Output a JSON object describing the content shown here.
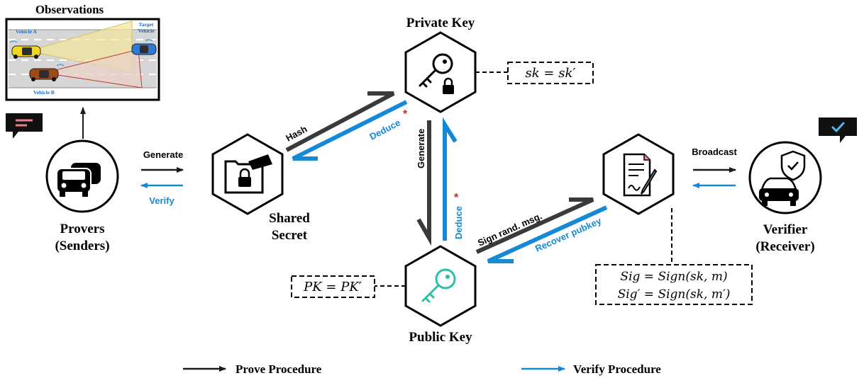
{
  "observations": {
    "title": "Observations",
    "vehicle_a": "Vehicle A",
    "vehicle_b": "Vehicle B",
    "target_vehicle_line1": "Target",
    "target_vehicle_line2": "Vehicle"
  },
  "nodes": {
    "provers_line1": "Provers",
    "provers_line2": "(Senders)",
    "shared_secret_line1": "Shared",
    "shared_secret_line2": "Secret",
    "private_key": "Private Key",
    "public_key": "Public Key",
    "verifier_line1": "Verifier",
    "verifier_line2": "(Receiver)"
  },
  "edges": {
    "generate_left": "Generate",
    "verify_left": "Verify",
    "hash": "Hash",
    "deduce_upper": "Deduce",
    "generate_vertical": "Generate",
    "deduce_vertical": "Deduce",
    "asterisk": "*",
    "sign_rand_msg": "Sign rand. msg.",
    "recover_pubkey": "Recover pubkey",
    "broadcast": "Broadcast"
  },
  "annotations": {
    "sk_eq": "sk = sk′",
    "pk_eq": "PK = PK′",
    "sig_line1": "Sig = Sign(sk, m)",
    "sig_line2": "Sig′ = Sign(sk, m′)"
  },
  "legend": {
    "prove": "Prove Procedure",
    "verify": "Verify Procedure"
  },
  "colors": {
    "prove": "#1a1a1a",
    "verify": "#1689d6",
    "asterisk": "#e0201b",
    "public_key_icon": "#2bbfa6",
    "bubble_left_line": "#f07a85",
    "bubble_right_check": "#4fb8e8"
  }
}
